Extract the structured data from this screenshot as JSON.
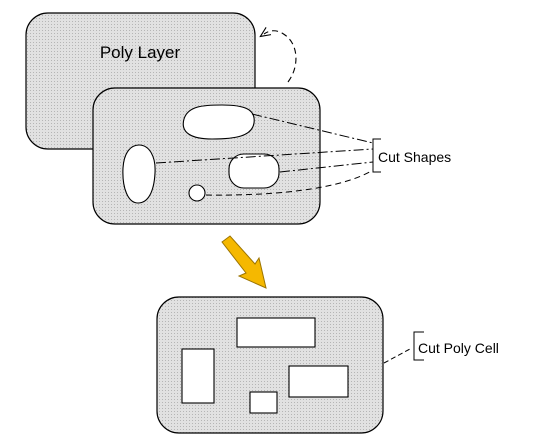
{
  "labels": {
    "poly_layer": "Poly Layer",
    "cut_shapes": "Cut Shapes",
    "cut_poly_cell": "Cut Poly Cell"
  },
  "colors": {
    "panel_fill": "#d9d9d9",
    "outline": "#000000",
    "cutout_fill": "#ffffff",
    "arrow_fill": "#f5b800",
    "arrow_stroke": "#9c7400"
  }
}
